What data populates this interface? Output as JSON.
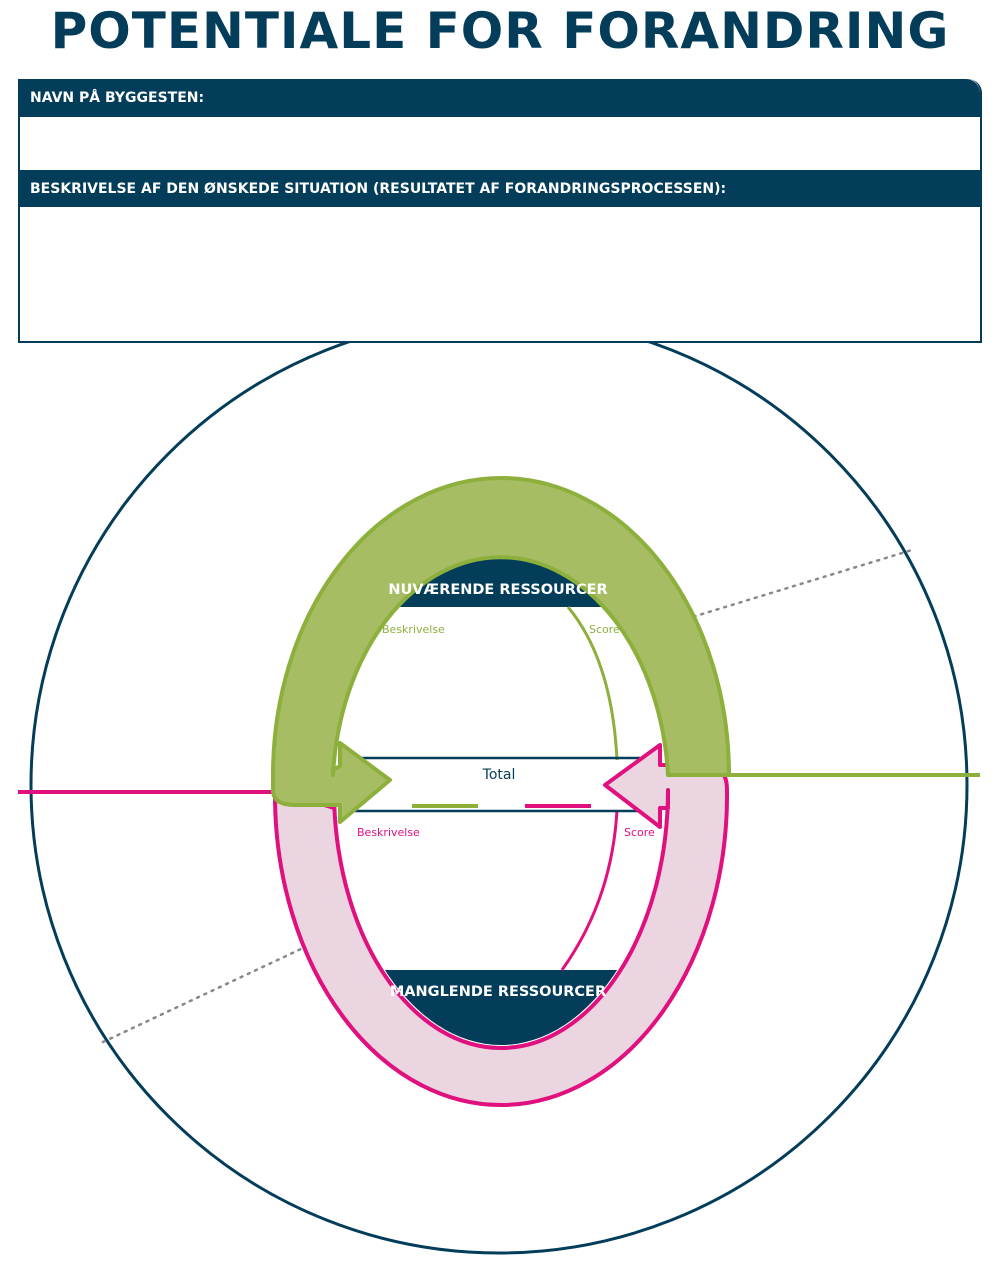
{
  "title": "POTENTIALE FOR FORANDRING",
  "form": {
    "name_label": "NAVN PÅ BYGGESTEN:",
    "name_value": "",
    "description_label": "BESKRIVELSE AF DEN ØNSKEDE SITUATION (RESULTATET AF FORANDRINGSPROCESSEN):",
    "description_value": ""
  },
  "diagram": {
    "top_section": {
      "title": "NUVÆRENDE RESSOURCER",
      "desc_label": "Beskrivelse",
      "score_label": "Score"
    },
    "total": {
      "label": "Total"
    },
    "bottom_section": {
      "title": "MANGLENDE RESSOURCER",
      "desc_label": "Beskrivelse",
      "score_label": "Score"
    },
    "colors": {
      "navy": "#033d5a",
      "green": "#8db03c",
      "green_fill": "#a6bd64",
      "pink": "#e0117f",
      "pink_fill": "#ead5e1"
    }
  }
}
